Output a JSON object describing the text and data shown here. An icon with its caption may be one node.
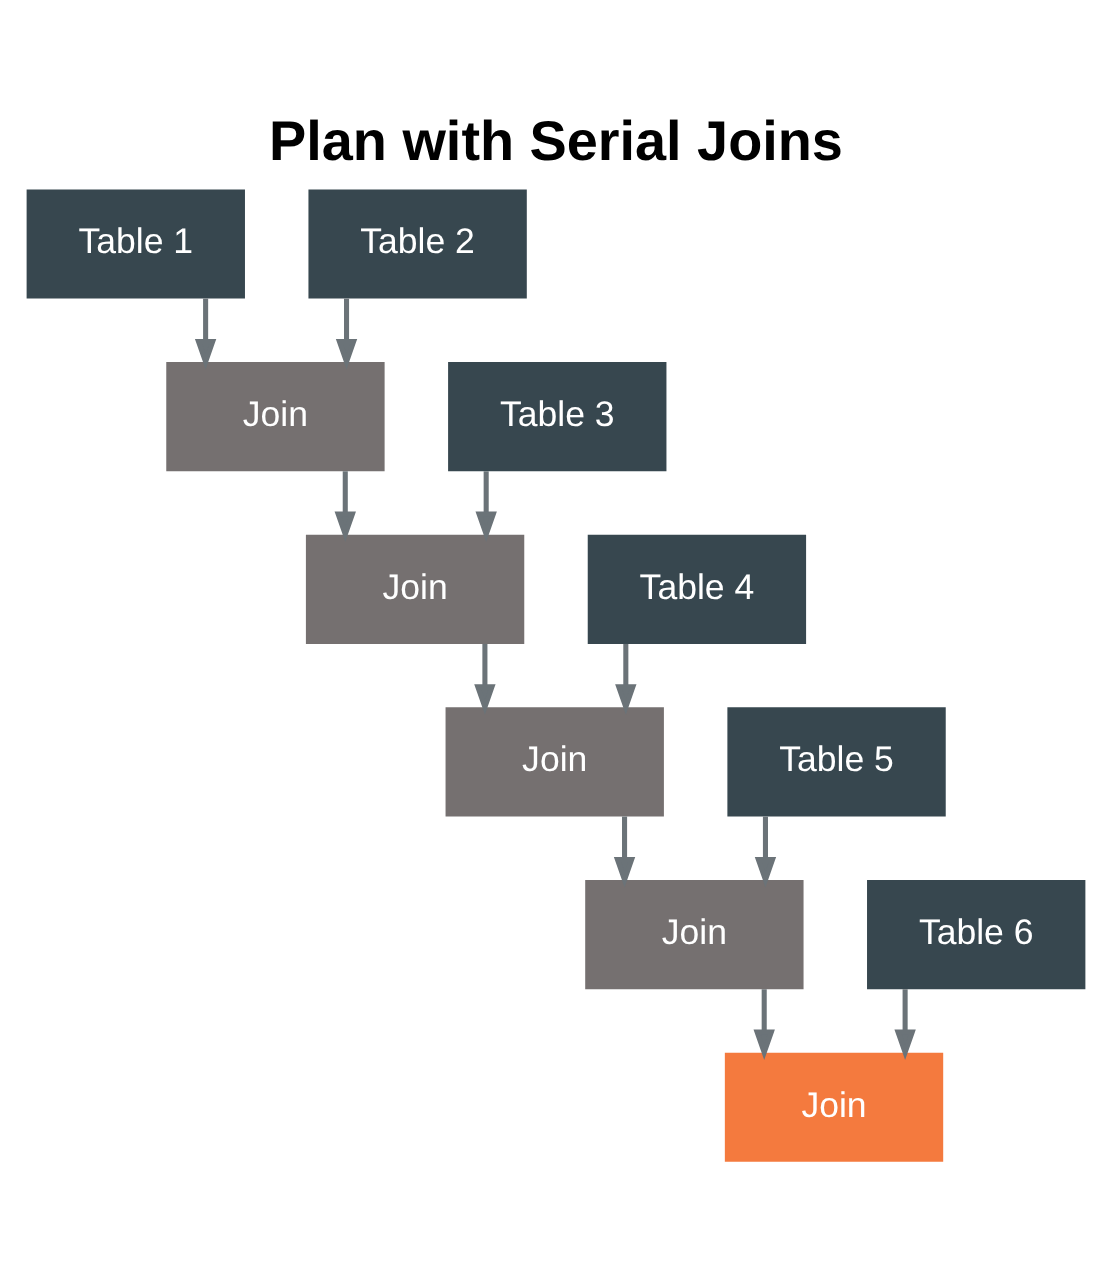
{
  "diagram": {
    "title": "Plan with Serial Joins",
    "nodes": [
      {
        "text": [
          "Table 1"
        ]
      },
      {
        "text": [
          "Table 2"
        ]
      },
      {
        "text": [
          "Join"
        ]
      },
      {
        "text": [
          "Table 3"
        ]
      },
      {
        "text": [
          "Join"
        ]
      },
      {
        "text": [
          "Table 4"
        ]
      },
      {
        "text": [
          "Join"
        ]
      },
      {
        "text": [
          "Table 5"
        ]
      },
      {
        "text": [
          "Join"
        ]
      },
      {
        "text": [
          "Table 6"
        ]
      },
      {
        "text": [
          "Join"
        ]
      }
    ],
    "edges": [
      {
        "from": 0,
        "to": 2,
        "arrow": "to"
      },
      {
        "from": 1,
        "to": 2,
        "arrow": "to"
      },
      {
        "from": 2,
        "to": 4,
        "arrow": "to"
      },
      {
        "from": 3,
        "to": 4,
        "arrow": "to"
      },
      {
        "from": 4,
        "to": 6,
        "arrow": "to"
      },
      {
        "from": 5,
        "to": 6,
        "arrow": "to"
      },
      {
        "from": 6,
        "to": 8,
        "arrow": "to"
      },
      {
        "from": 7,
        "to": 8,
        "arrow": "to"
      },
      {
        "from": 8,
        "to": 10,
        "arrow": "to"
      },
      {
        "from": 9,
        "to": 10,
        "arrow": "to"
      }
    ]
  }
}
